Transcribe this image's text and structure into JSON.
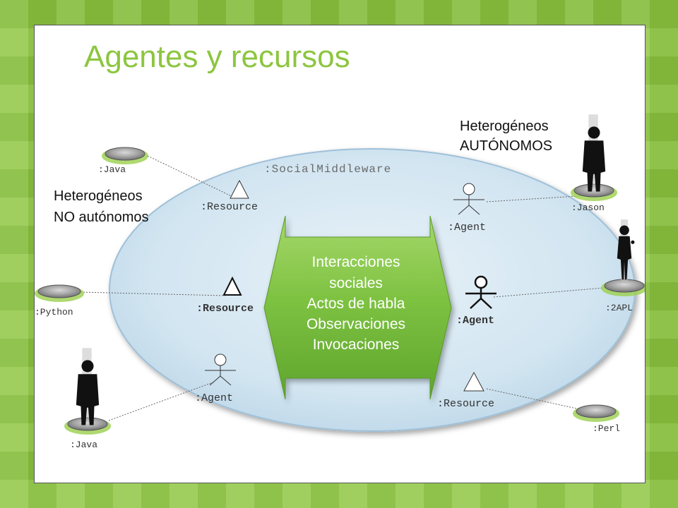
{
  "slide": {
    "title": "Agentes y recursos"
  },
  "middleware": {
    "label": ":SocialMiddleware"
  },
  "groups": {
    "autonomous": {
      "line1": "Heterogéneos",
      "line2": "AUTÓNOMOS"
    },
    "non_autonomous": {
      "line1": "Heterogéneos",
      "line2": "NO autónomos"
    }
  },
  "arrow": {
    "lines": [
      "Interacciones",
      "sociales",
      "Actos de habla",
      "Observaciones",
      "Invocaciones"
    ]
  },
  "nodes": {
    "resource_top": ":Resource",
    "resource_middle": ":Resource",
    "resource_bottom": ":Resource",
    "agent_top": ":Agent",
    "agent_middle": ":Agent",
    "agent_bottom": ":Agent"
  },
  "platforms": {
    "java_top": ":Java",
    "python": ":Python",
    "java_bottom": ":Java",
    "jason": ":Jason",
    "twoapl": ":2APL",
    "perl": ":Perl"
  },
  "colors": {
    "accent": "#8cc63f",
    "arrow": "#7ec242",
    "ellipse": "#d7e8f3"
  }
}
